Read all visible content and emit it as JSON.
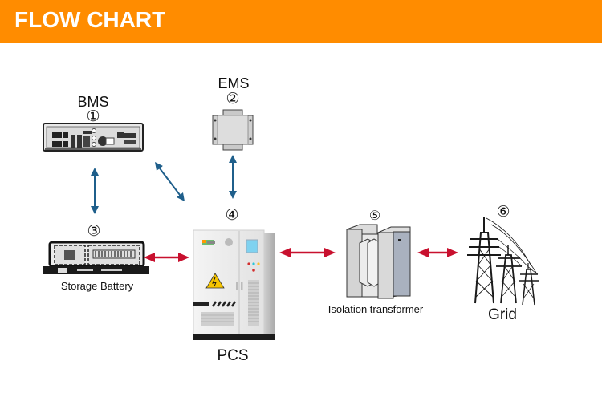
{
  "header": {
    "title": "FLOW CHART",
    "background": "#FF8C00"
  },
  "nodes": [
    {
      "id": "bms",
      "label": "BMS",
      "number": "①"
    },
    {
      "id": "ems",
      "label": "EMS",
      "number": "②"
    },
    {
      "id": "battery",
      "label": "Storage Battery",
      "number": "③"
    },
    {
      "id": "pcs",
      "label": "PCS",
      "number": "④"
    },
    {
      "id": "transformer",
      "label": "Isolation transformer",
      "number": "⑤"
    },
    {
      "id": "grid",
      "label": "Grid",
      "number": "⑥"
    }
  ],
  "connections": [
    {
      "from": "BMS",
      "to": "Storage Battery",
      "type": "communication",
      "color": "#1F5F8B"
    },
    {
      "from": "BMS",
      "to": "PCS",
      "type": "communication",
      "color": "#1F5F8B"
    },
    {
      "from": "EMS",
      "to": "PCS",
      "type": "communication",
      "color": "#1F5F8B"
    },
    {
      "from": "Storage Battery",
      "to": "PCS",
      "type": "power",
      "color": "#C8102E"
    },
    {
      "from": "PCS",
      "to": "Isolation transformer",
      "type": "power",
      "color": "#C8102E"
    },
    {
      "from": "Isolation transformer",
      "to": "Grid",
      "type": "power",
      "color": "#C8102E"
    }
  ]
}
